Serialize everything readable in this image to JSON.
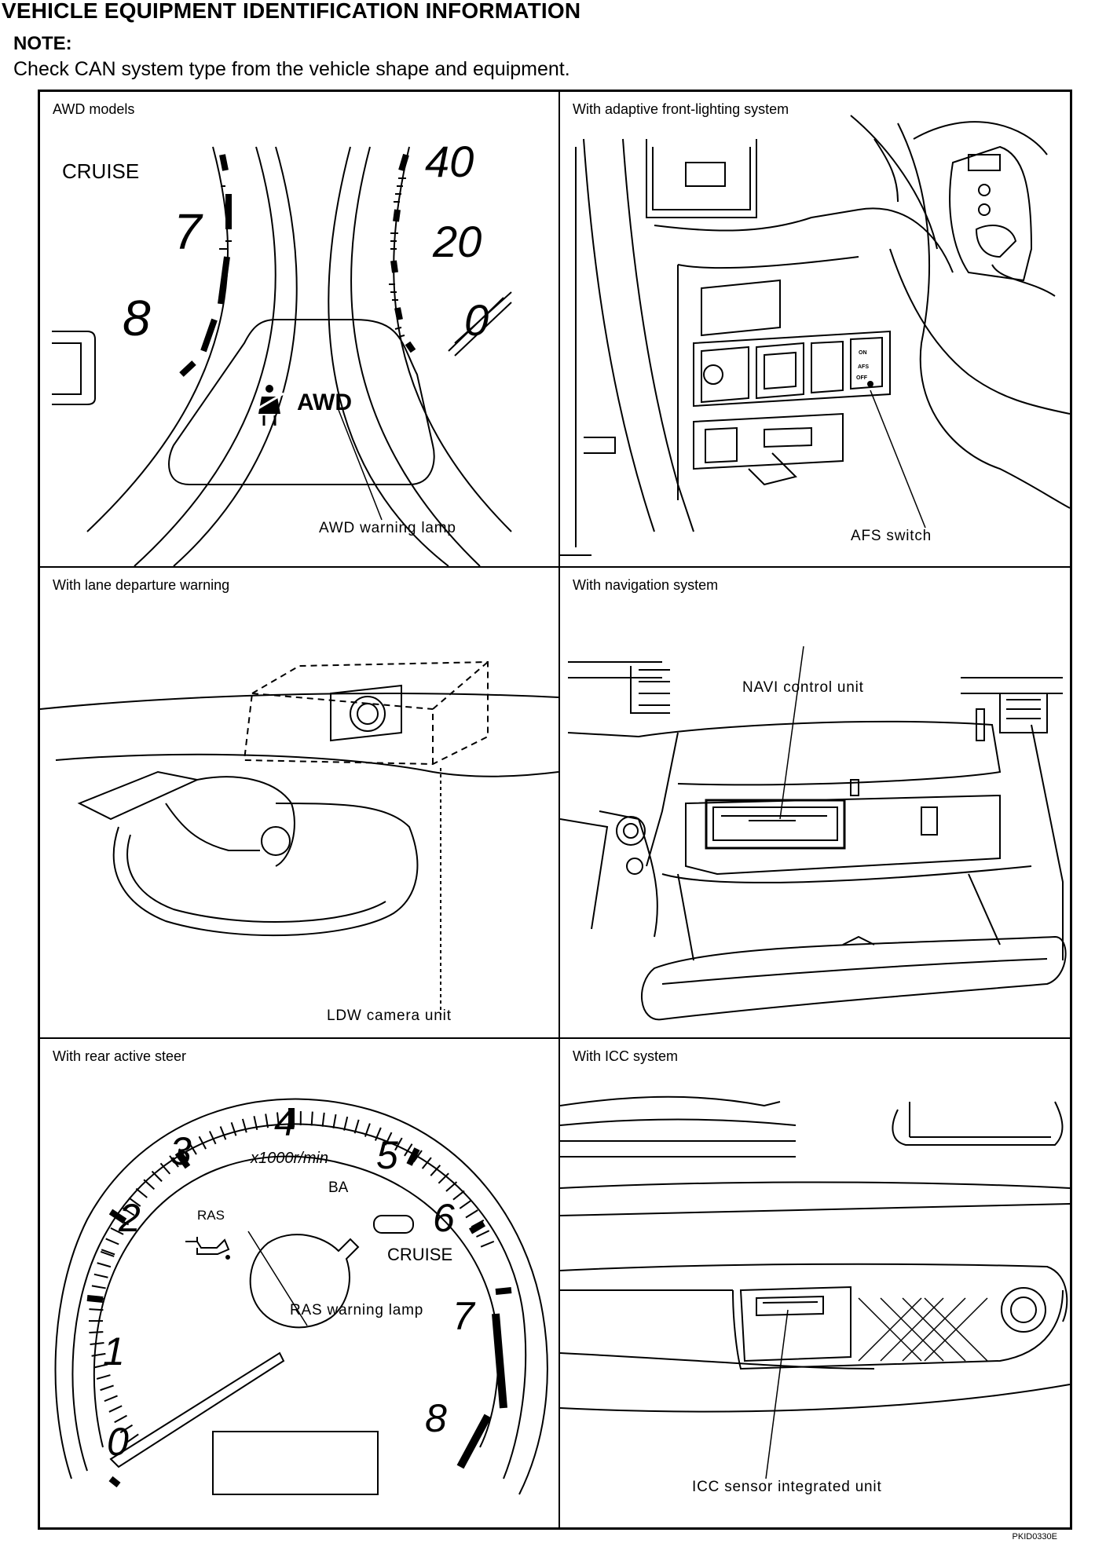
{
  "header": {
    "title": "VEHICLE EQUIPMENT IDENTIFICATION INFORMATION",
    "note_label": "NOTE:",
    "note_text": "Check CAN system type from the vehicle shape and equipment."
  },
  "panels": [
    {
      "title": "AWD models",
      "callout": "AWD warning lamp",
      "gauge_labels": {
        "tach_7": "7",
        "tach_8": "8",
        "speed_40": "40",
        "speed_20": "20",
        "speed_0": "0",
        "cruise": "CRUISE",
        "awd": "AWD"
      }
    },
    {
      "title": "With adaptive front-lighting system",
      "callout": "AFS switch",
      "switch_labels": {
        "on": "ON",
        "afs": "AFS",
        "off": "OFF"
      }
    },
    {
      "title": "With lane departure warning",
      "callout": "LDW camera unit"
    },
    {
      "title": "With navigation system",
      "callout": "NAVI control unit"
    },
    {
      "title": "With rear active steer",
      "callout": "RAS warning lamp",
      "gauge_labels": {
        "n0": "0",
        "n1": "1",
        "n2": "2",
        "n3": "3",
        "n4": "4",
        "n5": "5",
        "n6": "6",
        "n7": "7",
        "n8": "8",
        "unit": "x1000r/min",
        "ba": "BA",
        "ras": "RAS",
        "cruise": "CRUISE"
      }
    },
    {
      "title": "With ICC system",
      "callout": "ICC sensor integrated unit"
    }
  ],
  "figure_code": "PKID0330E",
  "colors": {
    "line": "#000000",
    "background": "#ffffff"
  },
  "icons": [
    "seatbelt-icon",
    "oil-can-icon"
  ]
}
